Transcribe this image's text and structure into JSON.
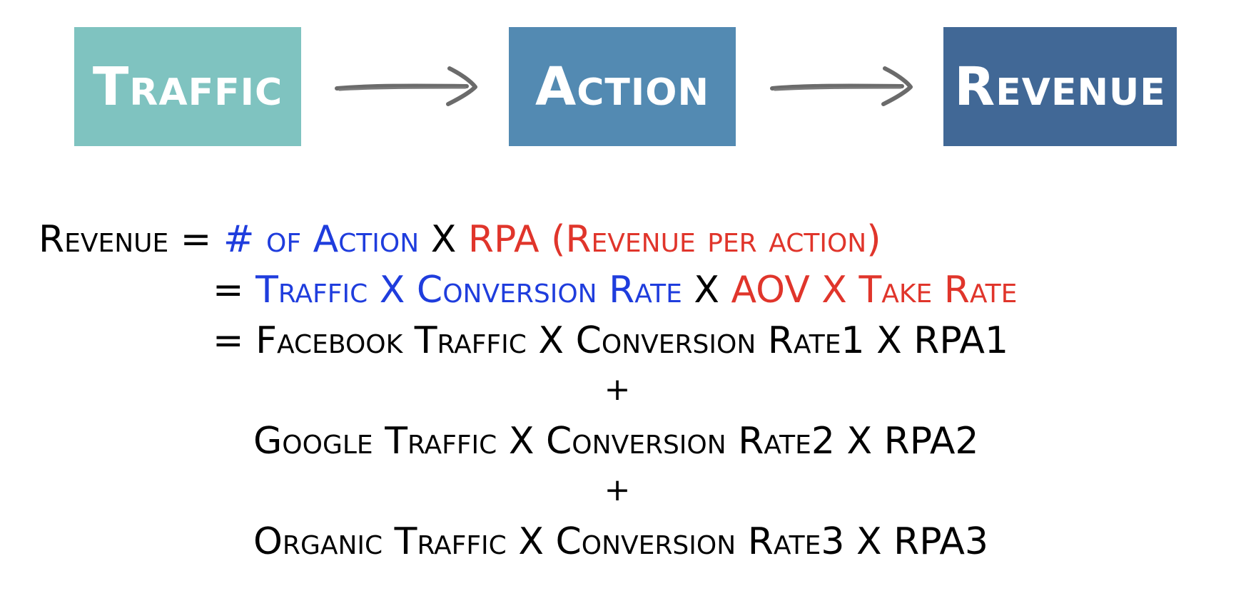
{
  "flow": {
    "boxes": [
      {
        "label": "Traffic",
        "color": "#7fc3c0"
      },
      {
        "label": "Action",
        "color": "#538ab2"
      },
      {
        "label": "Revenue",
        "color": "#416896"
      }
    ],
    "arrow_color": "#6b6b6b"
  },
  "formula": {
    "line1": {
      "lhs": "Revenue =",
      "part1": "# of Action",
      "op": "X",
      "part2": "RPA (Revenue per action)"
    },
    "line2": {
      "eq": "=",
      "part1": "Traffic X Conversion Rate",
      "op": "X",
      "part2": "AOV X Take Rate"
    },
    "line3": {
      "eq": "=",
      "text": "Facebook Traffic X Conversion Rate1 X RPA1"
    },
    "plus1": "+",
    "line4": {
      "text": "Google Traffic X Conversion Rate2 X RPA2"
    },
    "plus2": "+",
    "line5": {
      "text": "Organic Traffic X Conversion Rate3 X RPA3"
    }
  },
  "colors": {
    "blue": "#1f3ddd",
    "red": "#e0352b",
    "black": "#000000"
  }
}
